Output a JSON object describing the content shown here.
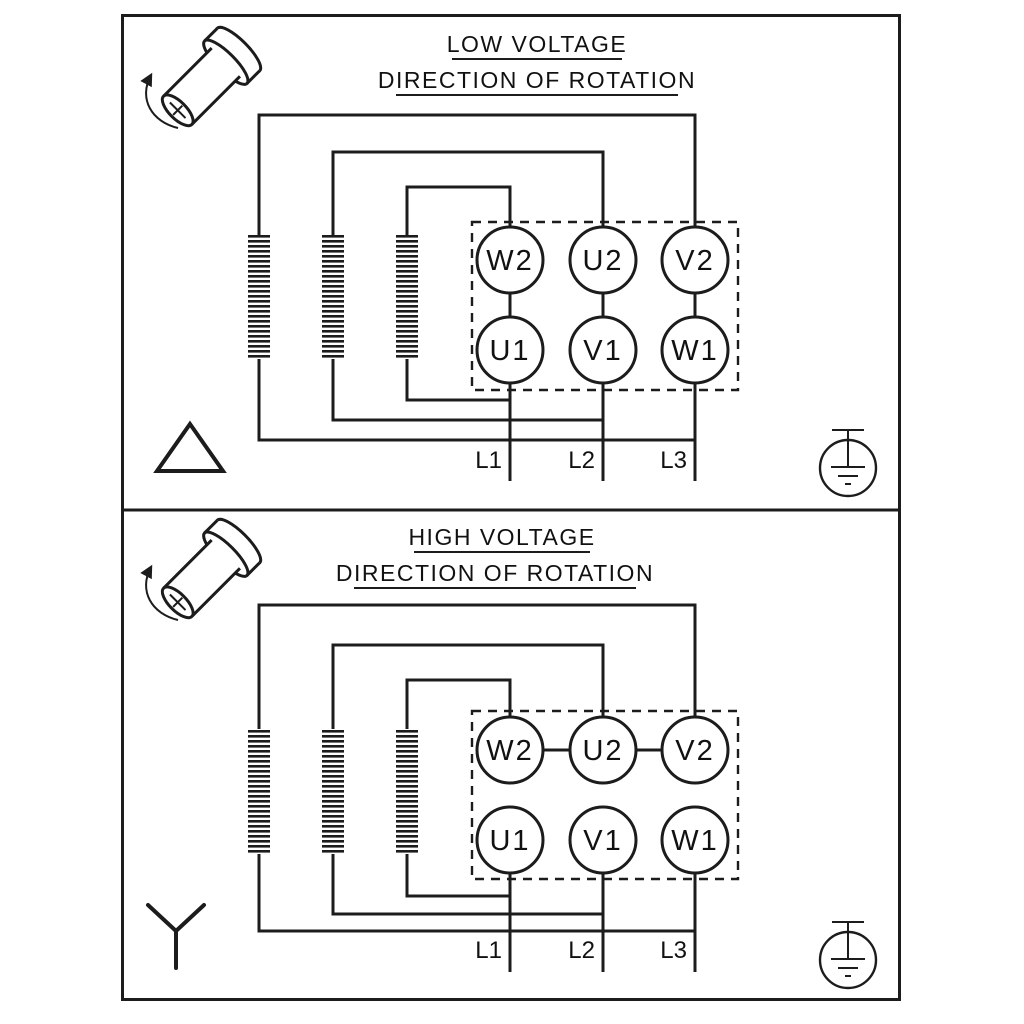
{
  "diagram": {
    "type": "motor-terminal-wiring-diagram",
    "line_color": "#1c1c1c",
    "background": "#ffffff"
  },
  "panels": [
    {
      "id": "low-voltage",
      "title": "LOW VOLTAGE",
      "subtitle": "DIRECTION OF ROTATION",
      "connection": "delta",
      "connection_symbol": "delta-triangle-icon",
      "terminals": {
        "top_row": [
          "W2",
          "U2",
          "V2"
        ],
        "bottom_row": [
          "U1",
          "V1",
          "W1"
        ]
      },
      "lines": [
        "L1",
        "L2",
        "L3"
      ]
    },
    {
      "id": "high-voltage",
      "title": "HIGH VOLTAGE",
      "subtitle": "DIRECTION OF ROTATION",
      "connection": "star",
      "connection_symbol": "star-wye-icon",
      "terminals": {
        "top_row": [
          "W2",
          "U2",
          "V2"
        ],
        "bottom_row": [
          "U1",
          "V1",
          "W1"
        ]
      },
      "lines": [
        "L1",
        "L2",
        "L3"
      ]
    }
  ],
  "icons": {
    "rotation": "shaft-rotation-arrow-icon",
    "ground": "protective-earth-ground-icon",
    "winding": "hatched-coil-winding"
  }
}
